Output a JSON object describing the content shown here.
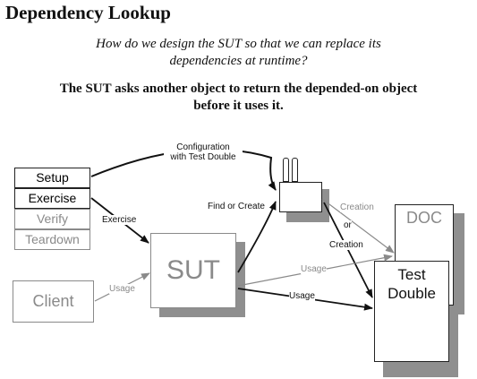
{
  "title": "Dependency Lookup",
  "intent_line1": "How do we design the SUT so that we can replace its",
  "intent_line2": "dependencies at runtime?",
  "summary_line1": "The SUT asks another object to return the depended-on object",
  "summary_line2": "before it uses it.",
  "phases": [
    "Setup",
    "Exercise",
    "Verify",
    "Teardown"
  ],
  "boxes": {
    "sut": "SUT",
    "client": "Client",
    "doc": "DOC",
    "test_double_line1": "Test",
    "test_double_line2": "Double"
  },
  "labels": {
    "configuration_line1": "Configuration",
    "configuration_line2": "with Test Double",
    "exercise": "Exercise",
    "find_or_create": "Find or Create",
    "creation_top": "Creation",
    "or": "or",
    "creation_bottom": "Creation",
    "usage_client": "Usage",
    "usage_doc": "Usage",
    "usage_test_double": "Usage"
  },
  "colors": {
    "line": "#111111",
    "gray": "#8a8a8a",
    "shadow": "#8f8f8f"
  }
}
